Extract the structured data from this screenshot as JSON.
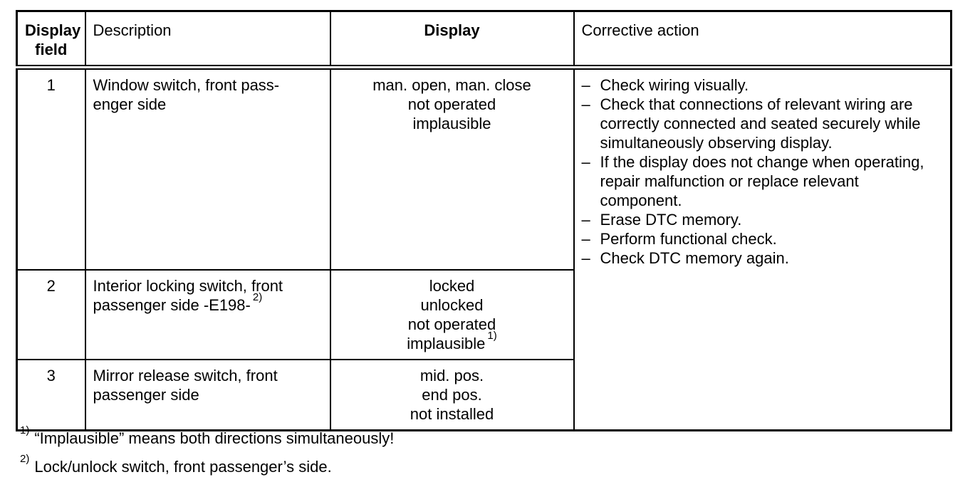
{
  "table": {
    "header": {
      "display_field": "Display field",
      "description": "Description",
      "display": "Display",
      "corrective_action": "Corrective action"
    },
    "bullet": "–",
    "rows": [
      {
        "field": "1",
        "description_lines": [
          "Window switch, front pass-",
          "enger side"
        ],
        "display_lines": [
          "man. open, man. close",
          "not operated",
          "implausible"
        ]
      },
      {
        "field": "2",
        "description_lines": [
          "Interior locking switch, front",
          "passenger side -E198-"
        ],
        "description_sup": "2)",
        "display_lines": [
          "locked",
          "unlocked",
          "not operated",
          "implausible"
        ],
        "display_sup": "1)"
      },
      {
        "field": "3",
        "description_lines": [
          "Mirror release switch, front",
          "passenger side"
        ],
        "display_lines": [
          "mid. pos.",
          "end pos.",
          "not installed"
        ]
      }
    ],
    "corrective_actions": [
      "Check wiring visually.",
      "Check that connections of relevant wiring are correctly connected and seated securely while simultaneously observing display.",
      "If the display does not change when operating, repair malfunction or replace relevant component.",
      "Erase DTC memory.",
      "Perform functional check.",
      "Check DTC memory again."
    ]
  },
  "footnotes": [
    {
      "marker": "1)",
      "text": "“Implausible” means both directions simultaneously!"
    },
    {
      "marker": "2)",
      "text": "Lock/unlock switch, front passenger’s side."
    }
  ]
}
